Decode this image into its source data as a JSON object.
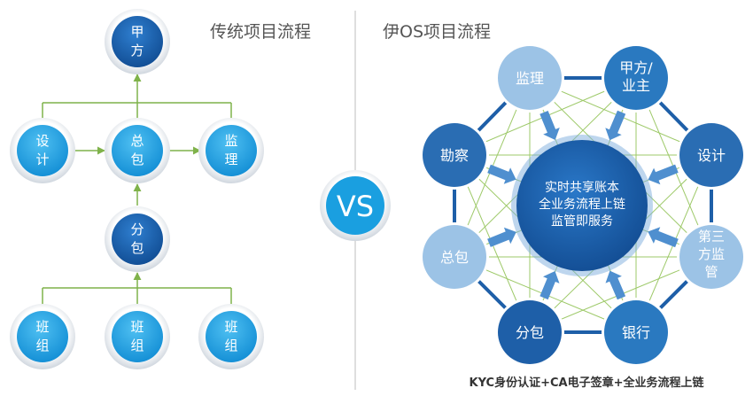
{
  "left": {
    "title": "传统项目流程",
    "nodes": {
      "client": {
        "line1": "甲",
        "line2": "方"
      },
      "design": {
        "line1": "设",
        "line2": "计"
      },
      "general": {
        "line1": "总",
        "line2": "包"
      },
      "supervision": {
        "line1": "监",
        "line2": "理"
      },
      "sub": {
        "line1": "分",
        "line2": "包"
      },
      "team1": {
        "line1": "班",
        "line2": "组"
      },
      "team2": {
        "line1": "班",
        "line2": "组"
      },
      "team3": {
        "line1": "班",
        "line2": "组"
      }
    }
  },
  "vs_label": "VS",
  "right": {
    "title": "伊OS项目流程",
    "center": {
      "line1": "实时共享账本",
      "line2": "全业务流程上链",
      "line3": "监管即服务"
    },
    "nodes": {
      "supervision": {
        "line1": "监理"
      },
      "client": {
        "line1": "甲方/",
        "line2": "业主"
      },
      "survey": {
        "line1": "勘察"
      },
      "design": {
        "line1": "设计"
      },
      "general": {
        "line1": "总包"
      },
      "thirdparty": {
        "line1": "第三",
        "line2": "方监",
        "line3": "管"
      },
      "sub": {
        "line1": "分包"
      },
      "bank": {
        "line1": "银行"
      }
    },
    "footer": "KYC身份认证+CA电子签章+全业务流程上链"
  },
  "colors": {
    "dark_blue": "#1e5fa8",
    "mid_blue": "#2a79c0",
    "light_blue": "#9cc3e6",
    "bright_blue": "#1a9fe0",
    "line_green": "#7fb24a",
    "title_gray": "#555555"
  }
}
